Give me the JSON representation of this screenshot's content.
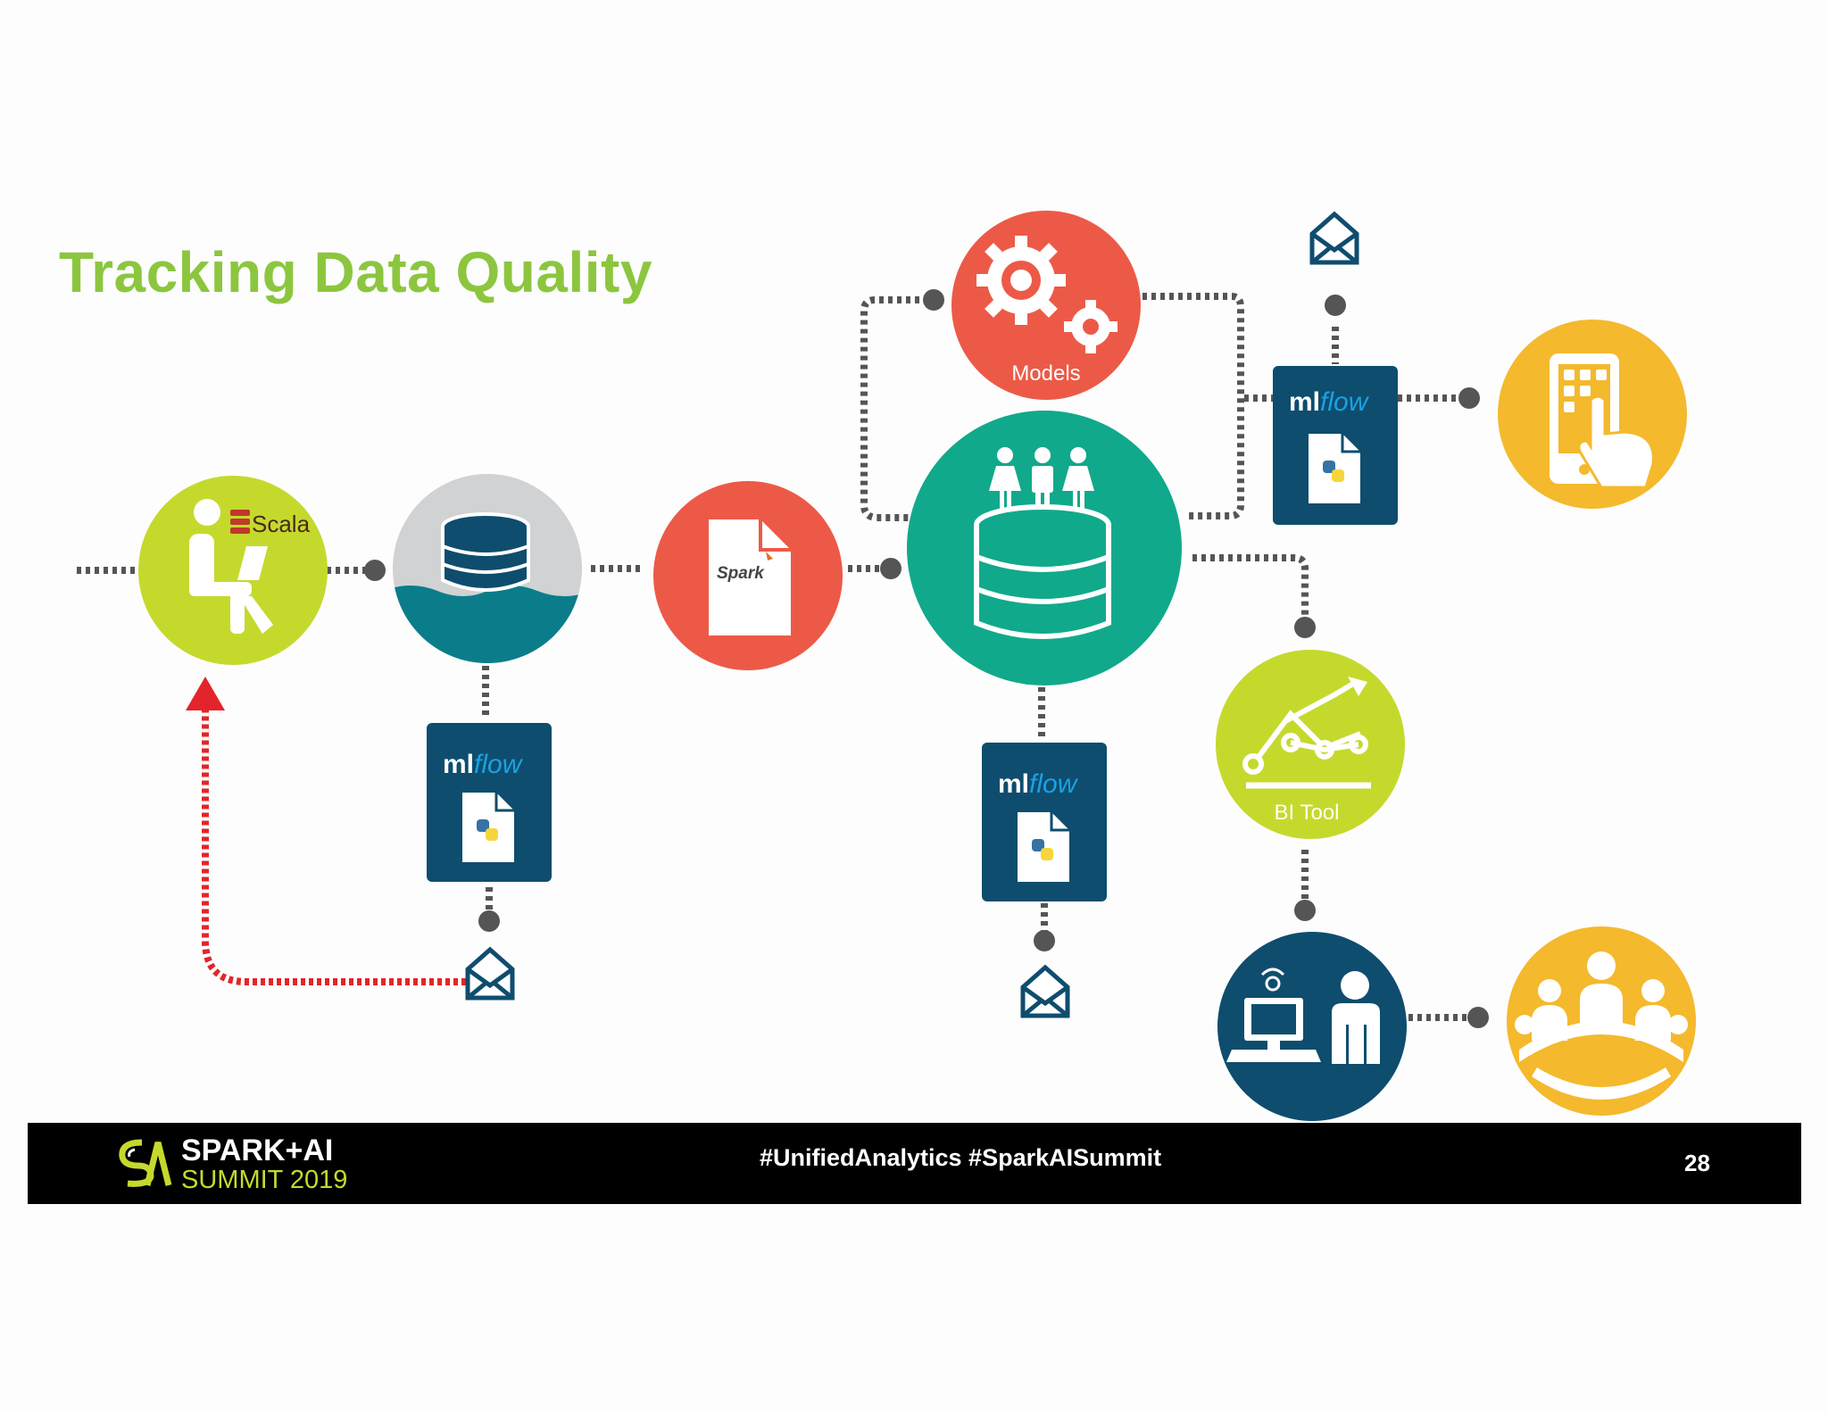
{
  "slide": {
    "title": "Tracking Data Quality",
    "page_number": "28"
  },
  "nodes": {
    "developer": {
      "icon": "developer-laptop-icon",
      "badge": "Scala",
      "color": "#c5d92d"
    },
    "data_lake": {
      "icon": "database-lake-icon",
      "color": "#0b7d8a"
    },
    "spark_job": {
      "icon": "spark-file-icon",
      "badge": "Spark",
      "color": "#ec5a47"
    },
    "models": {
      "icon": "gears-icon",
      "label": "Models",
      "color": "#ec5a47"
    },
    "data_store": {
      "icon": "people-database-icon",
      "color": "#11a98b"
    },
    "bi_tool": {
      "icon": "trend-chart-icon",
      "label": "BI Tool",
      "color": "#c5d92d"
    },
    "mobile_app": {
      "icon": "mobile-touch-icon",
      "color": "#f4b92d"
    },
    "analyst": {
      "icon": "computer-user-icon",
      "color": "#0e4d6e"
    },
    "meeting": {
      "icon": "meeting-table-icon",
      "color": "#f4b92d"
    }
  },
  "mlflow_cards": [
    {
      "id": "mlflow-left",
      "text_ml": "ml",
      "text_flow": "flow"
    },
    {
      "id": "mlflow-center",
      "text_ml": "ml",
      "text_flow": "flow"
    },
    {
      "id": "mlflow-right",
      "text_ml": "ml",
      "text_flow": "flow"
    }
  ],
  "footer": {
    "brand_line1": "SPARK+AI",
    "brand_line2": "SUMMIT 2019",
    "hashtags": "#UnifiedAnalytics #SparkAISummit"
  },
  "colors": {
    "title_green": "#8cc63f",
    "connector_gray": "#555555",
    "alert_red": "#e3242b",
    "mlflow_navy": "#0e4d6e",
    "mail_navy": "#0e4d6e"
  }
}
